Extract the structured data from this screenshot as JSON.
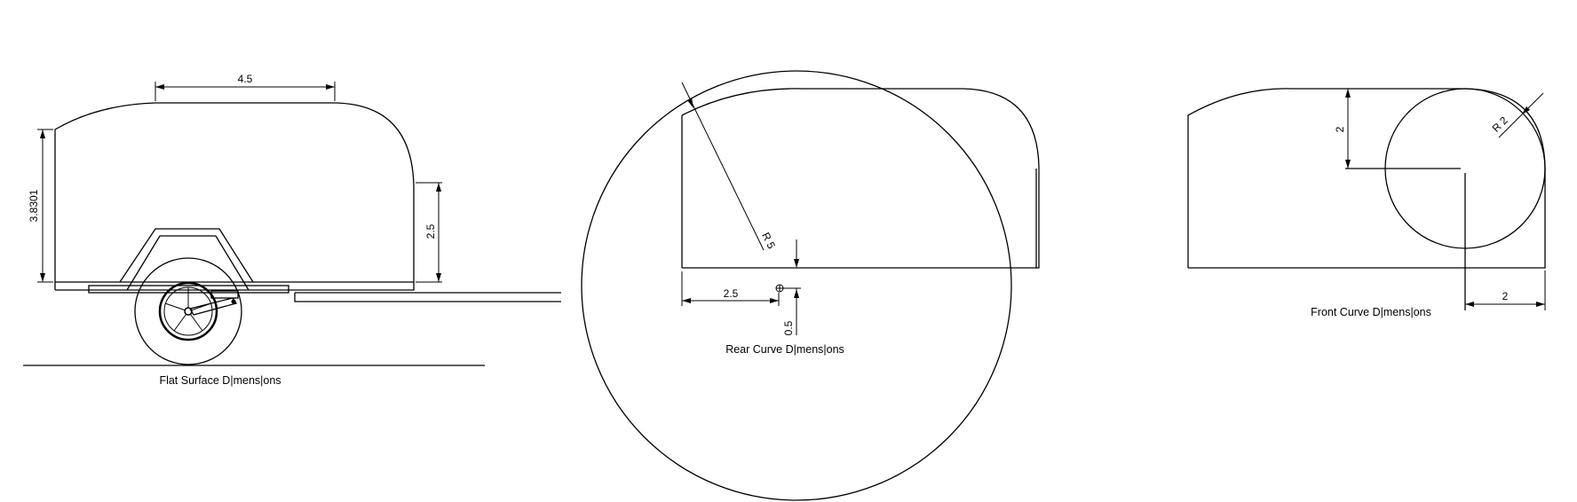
{
  "flat_view": {
    "dim_top": "4.5",
    "dim_left": "3.8301",
    "dim_right": "2.5",
    "caption": "Flat Surface D|mens|ons"
  },
  "rear_view": {
    "dim_radius": "R 5",
    "dim_horizontal": "2.5",
    "dim_vertical": "0.5",
    "caption": "Rear Curve D|mens|ons"
  },
  "front_view": {
    "dim_vertical": "2",
    "dim_radius": "R 2",
    "dim_horizontal": "2",
    "caption": "Front Curve D|mens|ons"
  }
}
